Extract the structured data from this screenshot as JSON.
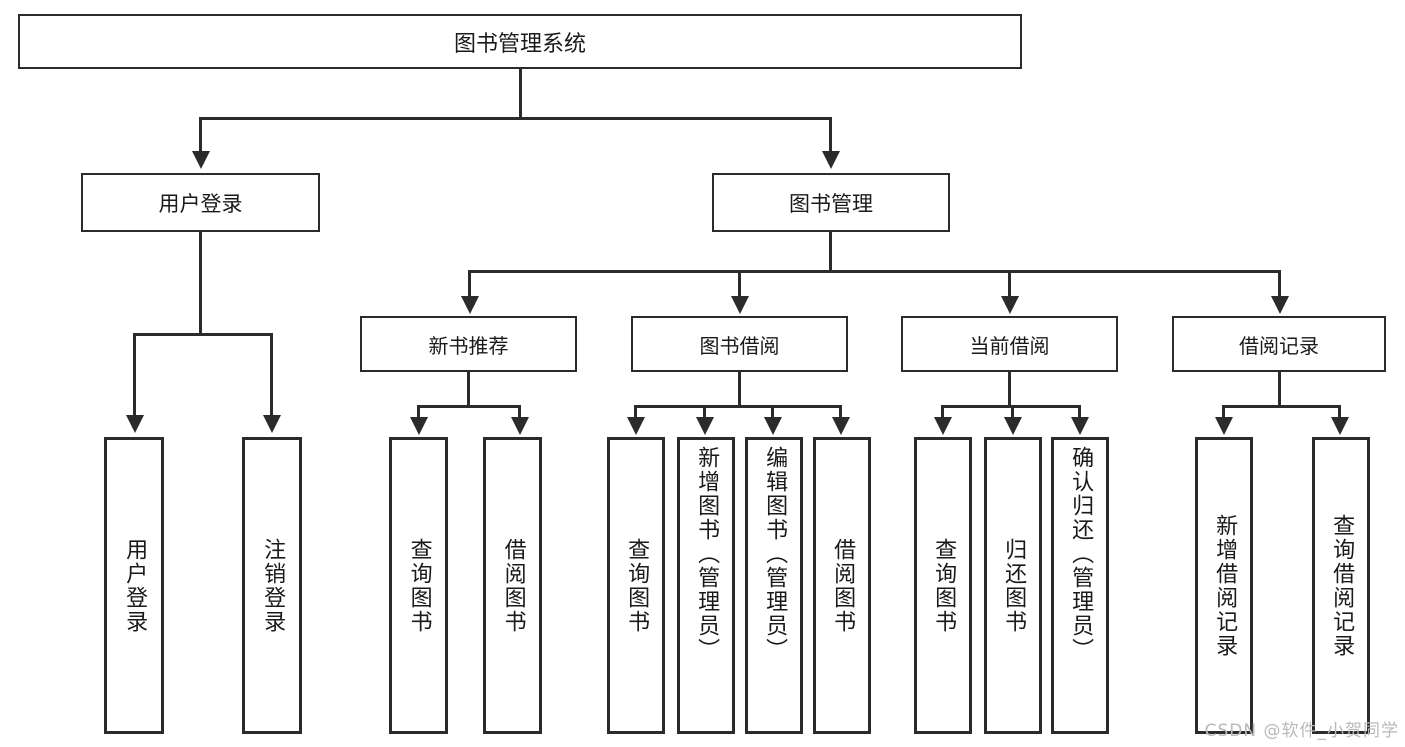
{
  "diagram": {
    "title": "图书管理系统",
    "watermark": "CSDN @软件_小贺同学",
    "nodes": {
      "root": "图书管理系统",
      "tier1": {
        "user_login": "用户登录",
        "book_manage": "图书管理"
      },
      "tier2": {
        "new_book_recommend": "新书推荐",
        "book_borrow": "图书借阅",
        "current_borrow": "当前借阅",
        "borrow_record": "借阅记录"
      },
      "leaves": {
        "user_login": [
          "用户登录",
          "注销登录"
        ],
        "new_book_recommend": [
          "查询图书",
          "借阅图书"
        ],
        "book_borrow": [
          "查询图书",
          "新增图书（管理员）",
          "编辑图书（管理员）",
          "借阅图书"
        ],
        "current_borrow": [
          "查询图书",
          "归还图书",
          "确认归还（管理员）"
        ],
        "borrow_record": [
          "新增借阅记录",
          "查询借阅记录"
        ]
      }
    },
    "colors": {
      "stroke": "#2b2b2b",
      "text": "#1a1a1a",
      "background": "#ffffff",
      "watermark": "#b9b9b9"
    }
  }
}
